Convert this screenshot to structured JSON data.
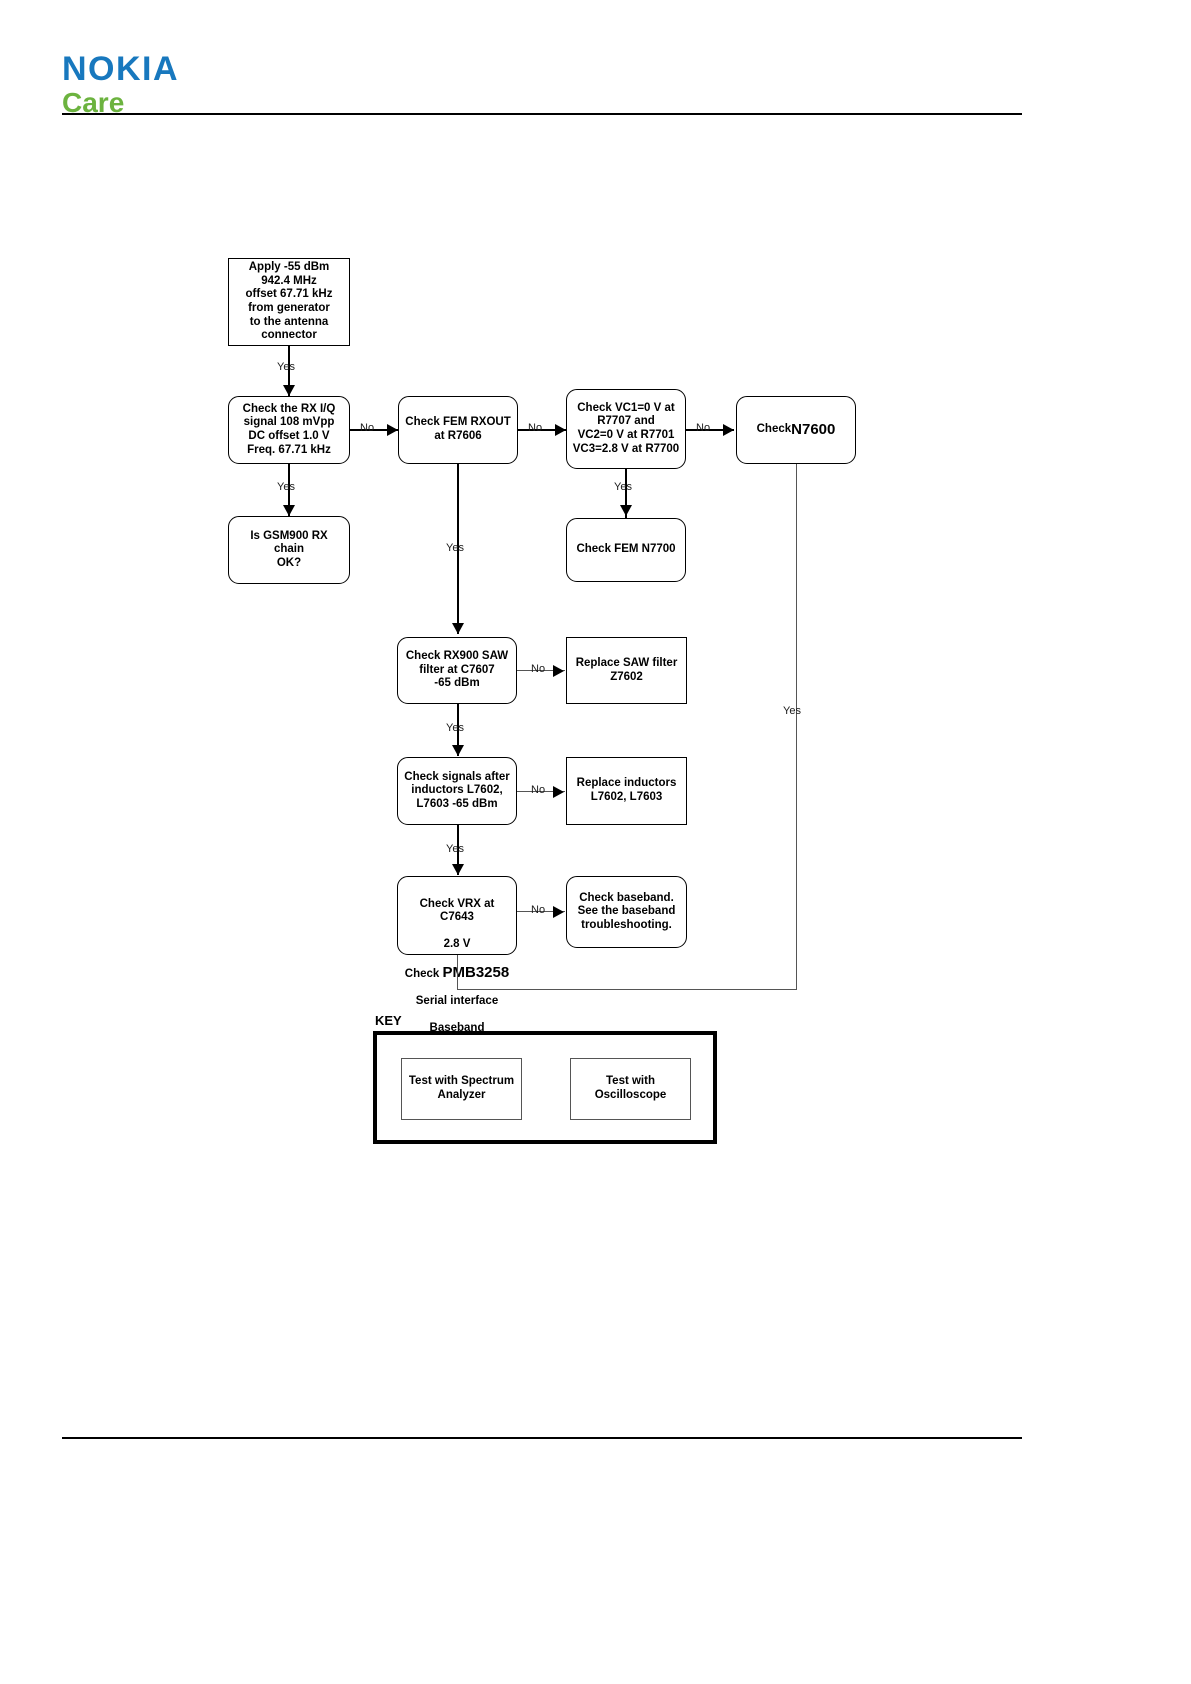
{
  "header": {
    "logo_primary": "NOKIA",
    "logo_secondary": "Care"
  },
  "diagram": {
    "type": "flowchart",
    "title": "GSM900 RX troubleshooting flowchart",
    "nodes": [
      {
        "id": "n1",
        "shape": "rect",
        "text": "Apply -55 dBm\n942.4 MHz\noffset 67.71 kHz\nfrom generator\nto the antenna\nconnector"
      },
      {
        "id": "n2",
        "shape": "rounded",
        "text": "Check the RX I/Q\nsignal 108  mVpp\nDC offset 1.0  V\nFreq. 67.71 kHz"
      },
      {
        "id": "n3",
        "shape": "rounded",
        "text": "Is GSM900 RX chain\nOK?"
      },
      {
        "id": "n4",
        "shape": "rounded",
        "text": "Check FEM RXOUT\nat R7606"
      },
      {
        "id": "n5",
        "shape": "rounded",
        "text": "Check VC1=0 V at\nR7707 and\nVC2=0 V at R7701\nVC3=2.8 V at R7700"
      },
      {
        "id": "n6",
        "shape": "rounded",
        "text_prefix": "Check ",
        "text_big": "N7600"
      },
      {
        "id": "n7",
        "shape": "rounded",
        "text": "Check FEM N7700"
      },
      {
        "id": "n8",
        "shape": "rounded",
        "text": "Check RX900 SAW\nfilter at C7607\n-65 dBm"
      },
      {
        "id": "n9",
        "shape": "rect",
        "text": "Replace SAW filter\nZ7602"
      },
      {
        "id": "n10",
        "shape": "rounded",
        "text": "Check signals after\ninductors L7602,\nL7603  -65 dBm"
      },
      {
        "id": "n11",
        "shape": "rect",
        "text": "Replace  inductors\nL7602, L7603"
      },
      {
        "id": "n12",
        "shape": "rounded",
        "text_line1": "Check VRX at C7643",
        "text_line2": "2.8 V",
        "text_line3_prefix": "Check ",
        "text_line3_big": "PMB3258",
        "text_line4": "Serial interface",
        "text_line5": "Baseband"
      },
      {
        "id": "n13",
        "shape": "rounded",
        "text": "Check baseband.\nSee the baseband\ntroubleshooting."
      }
    ],
    "edge_labels": {
      "yes_1": "Yes",
      "yes_2": "Yes",
      "yes_3": "Yes",
      "yes_4": "Yes",
      "yes_5": "Yes",
      "yes_6": "Yes",
      "yes_7": "Yes",
      "no_1": "No",
      "no_2": "No",
      "no_3": "No",
      "no_4": "No",
      "no_5": "No",
      "no_6": "No"
    }
  },
  "key": {
    "title": "KEY",
    "items": [
      {
        "label": "Test with Spectrum\nAnalyzer"
      },
      {
        "label": "Test with\nOscilloscope"
      }
    ]
  },
  "colors": {
    "nokia_blue": "#1878be",
    "care_green": "#6cb33f",
    "line": "#000000"
  }
}
